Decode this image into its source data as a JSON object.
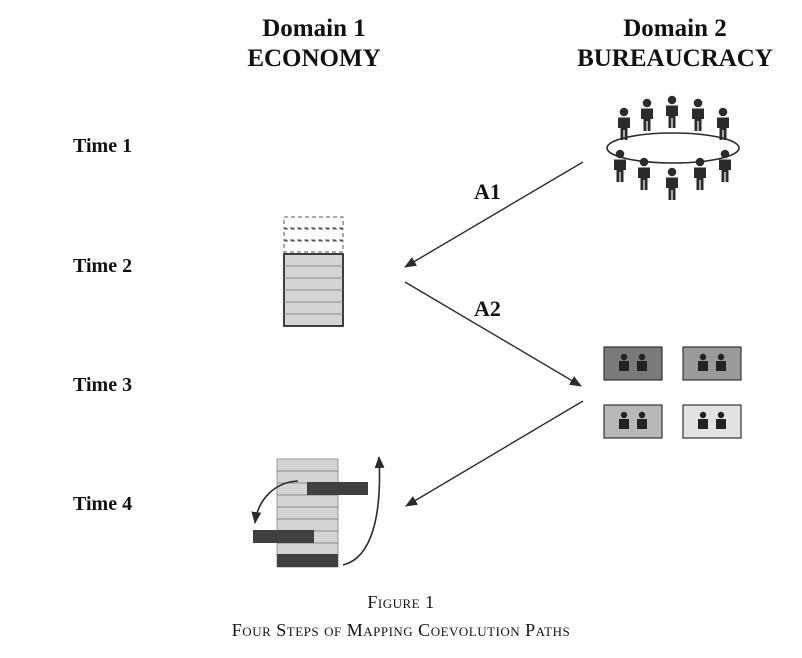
{
  "domains": [
    {
      "line1": "Domain 1",
      "line2": "ECONOMY"
    },
    {
      "line1": "Domain 2",
      "line2": "BUREAUCRACY"
    }
  ],
  "times": [
    "Time 1",
    "Time 2",
    "Time 3",
    "Time 4"
  ],
  "arrows": [
    "A1",
    "A2"
  ],
  "caption": {
    "figure": "Figure 1",
    "title": "Four Steps of Mapping Coevolution Paths"
  },
  "icons": {
    "time1_domain2": "people-circle-icon",
    "time2_domain1": "stacked-layers-icon",
    "time3_domain2": "office-groups-icon",
    "time4_domain1": "reshuffled-layers-icon"
  },
  "colors": {
    "ink": "#2b2b2b",
    "layer_fill": "#d4d4d4",
    "dark_bar": "#404040"
  }
}
